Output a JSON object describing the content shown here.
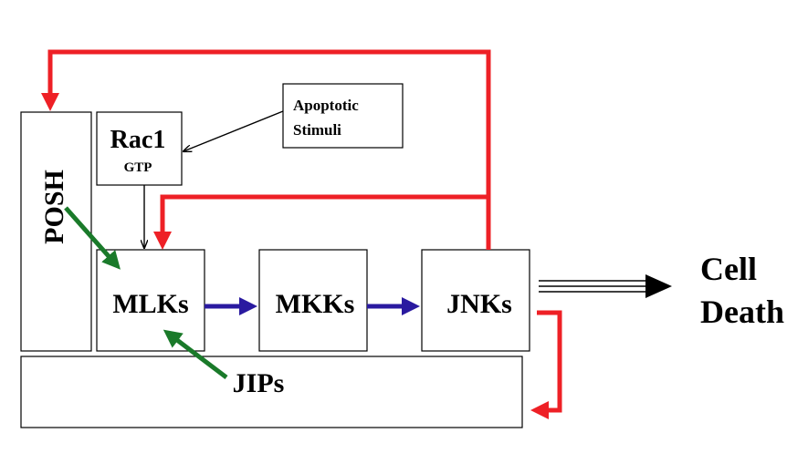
{
  "nodes": {
    "posh": "POSH",
    "rac1": "Rac1",
    "gtp": "GTP",
    "apoptotic_line1": "Apoptotic",
    "apoptotic_line2": "Stimuli",
    "mlks": "MLKs",
    "mkks": "MKKs",
    "jnks": "JNKs",
    "jips": "JIPs",
    "cell_death_line1": "Cell",
    "cell_death_line2": "Death"
  },
  "colors": {
    "feedback": "#ee2026",
    "kinase_cascade": "#2a1aa0",
    "scaffold_binding": "#1a7a2a",
    "outline": "#000000"
  }
}
